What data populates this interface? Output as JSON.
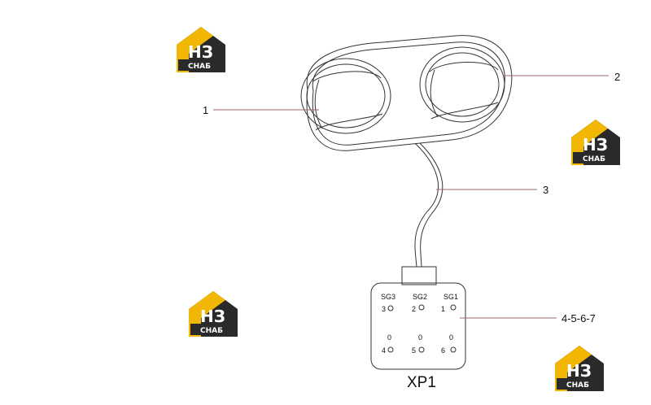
{
  "watermark": {
    "logo_letters": "НЗ",
    "logo_sub": "СНАБ",
    "colors": {
      "house": "#f2b705",
      "dark": "#2a2a2a"
    }
  },
  "callouts": {
    "c1": "1",
    "c2": "2",
    "c3": "3",
    "c4": "4-5-6-7"
  },
  "connector": {
    "name": "XP1",
    "pins": [
      {
        "group": "SG3",
        "num": "3",
        "num2": "0",
        "num3": "4"
      },
      {
        "group": "SG2",
        "num": "2",
        "num2": "0",
        "num3": "5"
      },
      {
        "group": "SG1",
        "num": "1",
        "num2": "0",
        "num3": "6"
      }
    ]
  },
  "colors": {
    "line": "#333333",
    "leader": "#d9534f"
  }
}
